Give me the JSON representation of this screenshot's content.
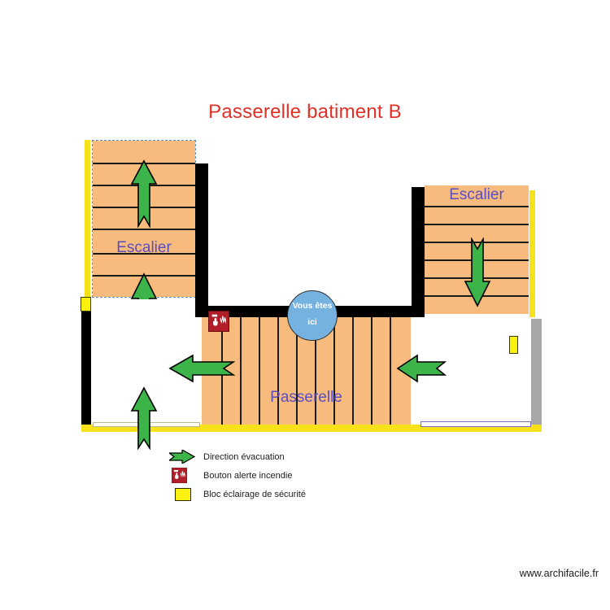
{
  "page": {
    "title": "Passerelle batiment B",
    "title_color": "#e03127",
    "footer_url": "www.archifacile.fr",
    "background": "#ffffff"
  },
  "colors": {
    "floor_fill": "#f7bb7d",
    "wall_black": "#000000",
    "wall_gray": "#a8a8a8",
    "emergency_yellow": "#f7e11b",
    "arrow_green": "#3cb44a",
    "label_purple": "#5b4ec4",
    "badge_blue": "#76b2e0",
    "alarm_red": "#b01f28",
    "selection_dash": "#5a8ec9"
  },
  "plan": {
    "rooms": [
      {
        "id": "stair-top-left",
        "label": "Escalier"
      },
      {
        "id": "stair-right",
        "label": "Escalier"
      },
      {
        "id": "passerelle",
        "label": "Passerelle"
      }
    ],
    "badge": {
      "line1": "Vous êtes",
      "line2": "ici"
    },
    "arrows": [
      {
        "id": "arrow-stair-upper",
        "direction": "up"
      },
      {
        "id": "arrow-stair-lower",
        "direction": "up"
      },
      {
        "id": "arrow-stair-right",
        "direction": "down"
      },
      {
        "id": "arrow-corridor-left",
        "direction": "left"
      },
      {
        "id": "arrow-corridor-right",
        "direction": "left"
      },
      {
        "id": "arrow-exit-bottom",
        "direction": "up"
      }
    ],
    "alarms": [
      {
        "id": "alarm-passerelle"
      }
    ],
    "emergency_lights": [
      {
        "id": "light-left-wall"
      },
      {
        "id": "light-right-room"
      }
    ]
  },
  "legend": {
    "items": [
      {
        "icon": "green-arrow-icon",
        "label": "Direction évacuation"
      },
      {
        "icon": "fire-alarm-icon",
        "label": "Bouton alerte incendie"
      },
      {
        "icon": "yellow-block-icon",
        "label": "Bloc éclairage de sécurité"
      }
    ]
  }
}
